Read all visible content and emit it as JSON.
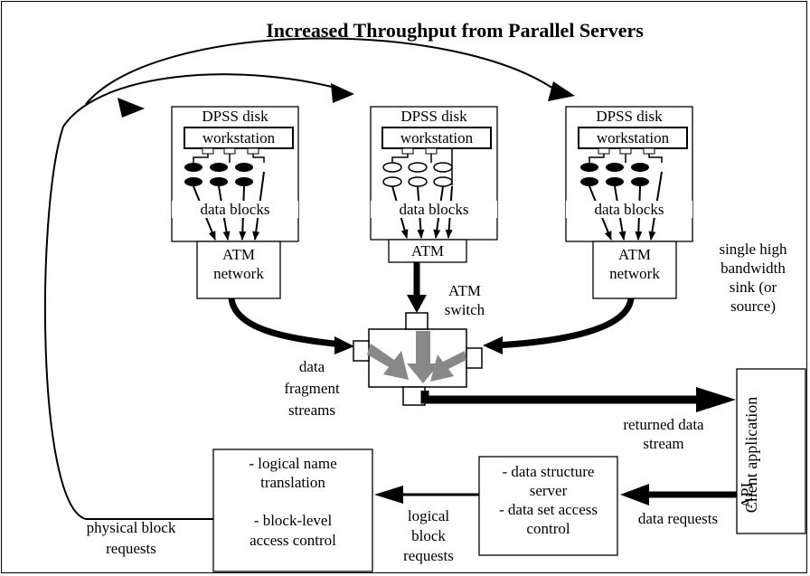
{
  "title": "Increased Throughput from Parallel Servers",
  "servers": [
    {
      "disk": "DPSS disk",
      "workstation": "workstation",
      "blocks": "data blocks",
      "atm": [
        "ATM",
        "network"
      ]
    },
    {
      "disk": "DPSS disk",
      "workstation": "workstation",
      "blocks": "data blocks",
      "atm": [
        "ATM"
      ]
    },
    {
      "disk": "DPSS disk",
      "workstation": "workstation",
      "blocks": "data blocks",
      "atm": [
        "ATM",
        "network"
      ]
    }
  ],
  "switch_label": [
    "ATM",
    "switch"
  ],
  "sink_label": [
    "single high",
    "bandwidth",
    "sink (or",
    "source)"
  ],
  "fragments_label": [
    "data",
    "fragment",
    "streams"
  ],
  "returned_label": [
    "returned data",
    "stream"
  ],
  "client": {
    "api": "API",
    "app": "Client application"
  },
  "data_requests": "data requests",
  "dss_box": [
    "- data structure",
    "server",
    "- data set access",
    "control"
  ],
  "logical_label": [
    "logical",
    "block",
    "requests"
  ],
  "name_box": [
    "- logical name",
    "translation",
    "",
    "- block-level",
    "access control"
  ],
  "physical_label": [
    "physical block",
    "requests"
  ]
}
